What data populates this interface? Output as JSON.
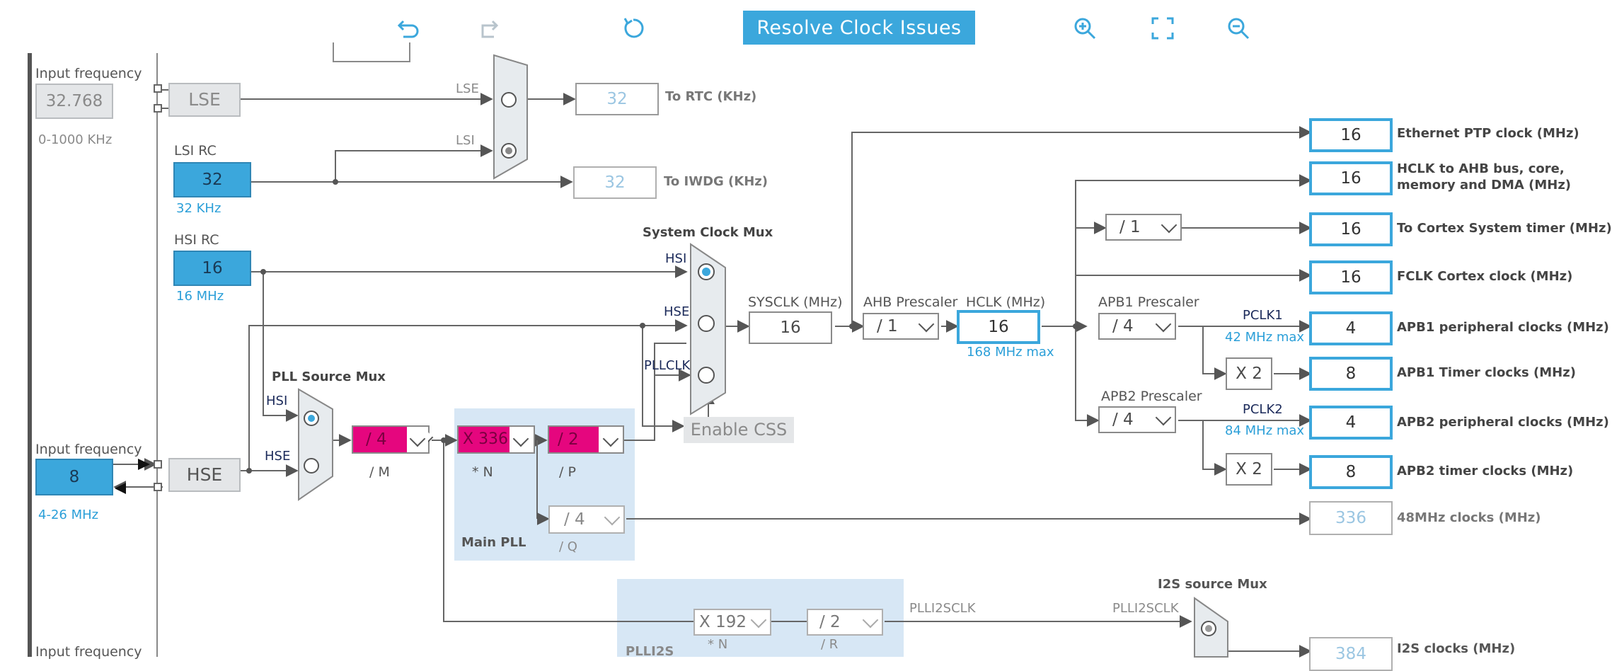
{
  "toolbar": {
    "undo_icon": "undo-icon",
    "redo_icon": "redo-icon",
    "refresh_icon": "refresh-icon",
    "resolve_button": "Resolve Clock Issues",
    "zoom_in_icon": "zoom-in-icon",
    "fit_icon": "fit-screen-icon",
    "zoom_out_icon": "zoom-out-icon"
  },
  "colors": {
    "accent": "#3ba7dc",
    "pink": "#e5067e",
    "pll_bg": "#d7e7f5",
    "signal": "#1b2a5a"
  },
  "left": {
    "lse_input_label": "Input frequency",
    "lse_input_value": "32.768",
    "lse_range": "0-1000 KHz",
    "lse_block": "LSE",
    "lsi_title": "LSI RC",
    "lsi_value": "32",
    "lsi_freq": "32 KHz",
    "hsi_title": "HSI RC",
    "hsi_value": "16",
    "hsi_freq": "16 MHz",
    "hse_input_label": "Input frequency",
    "hse_input_value": "8",
    "hse_range": "4-26 MHz",
    "hse_block": "HSE",
    "bottom_input_label": "Input frequency"
  },
  "rtc": {
    "mux_lse": "LSE",
    "mux_lsi": "LSI",
    "rtc_value": "32",
    "rtc_label": "To RTC (KHz)",
    "iwdg_value": "32",
    "iwdg_label": "To IWDG (KHz)"
  },
  "pll": {
    "src_mux_title": "PLL Source Mux",
    "src_hsi": "HSI",
    "src_hse": "HSE",
    "m_value": "/ 4",
    "m_label": "/ M",
    "n_value": "X 336",
    "n_label": "* N",
    "p_value": "/ 2",
    "p_label": "/ P",
    "q_value": "/ 4",
    "q_label": "/ Q",
    "main_pll_label": "Main PLL"
  },
  "sysclk": {
    "mux_title": "System Clock Mux",
    "hsi": "HSI",
    "hse": "HSE",
    "pllclk": "PLLCLK",
    "enable_css": "Enable CSS",
    "sysclk_label": "SYSCLK (MHz)",
    "sysclk_value": "16",
    "ahb_label": "AHB Prescaler",
    "ahb_value": "/ 1",
    "hclk_label": "HCLK (MHz)",
    "hclk_value": "16",
    "hclk_max": "168 MHz max"
  },
  "bus": {
    "cortex_div": "/ 1",
    "apb1_label": "APB1 Prescaler",
    "apb1_value": "/ 4",
    "pclk1": "PCLK1",
    "pclk1_max": "42 MHz max",
    "apb1_timer_mul": "X 2",
    "apb2_label": "APB2 Prescaler",
    "apb2_value": "/ 4",
    "pclk2": "PCLK2",
    "pclk2_max": "84 MHz max",
    "apb2_timer_mul": "X 2"
  },
  "outputs": [
    {
      "value": "16",
      "label": "Ethernet PTP clock (MHz)"
    },
    {
      "value": "16",
      "label": "HCLK to AHB bus, core,"
    },
    {
      "value": "16",
      "label": "To Cortex System timer (MHz)"
    },
    {
      "value": "16",
      "label": "FCLK Cortex clock (MHz)"
    },
    {
      "value": "4",
      "label": "APB1 peripheral clocks (MHz)"
    },
    {
      "value": "8",
      "label": "APB1 Timer clocks (MHz)"
    },
    {
      "value": "4",
      "label": "APB2 peripheral clocks (MHz)"
    },
    {
      "value": "8",
      "label": "APB2 timer clocks (MHz)"
    },
    {
      "value": "336",
      "label": "48MHz clocks (MHz)"
    },
    {
      "value": "384",
      "label": "I2S clocks (MHz)"
    }
  ],
  "hclk_label_line2": "memory and DMA (MHz)",
  "plli2s": {
    "n_value": "X 192",
    "n_label": "* N",
    "r_value": "/ 2",
    "r_label": "/ R",
    "clk_label": "PLLI2SCLK",
    "clk_label2": "PLLI2SCLK",
    "block_label": "PLLI2S",
    "mux_title": "I2S source Mux"
  }
}
